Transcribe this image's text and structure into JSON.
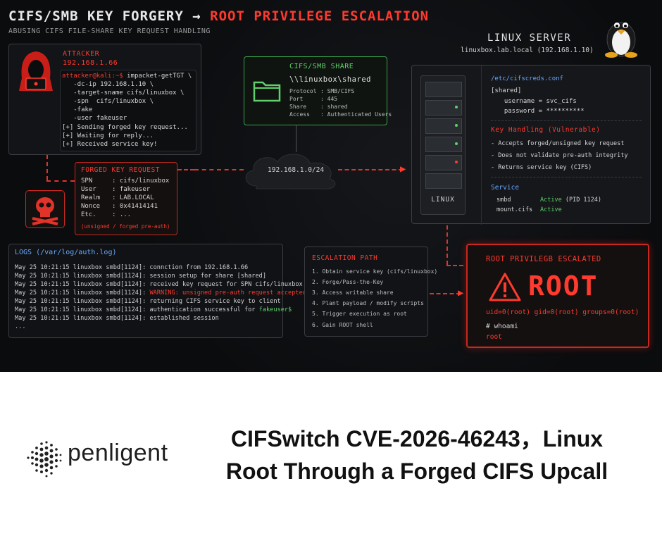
{
  "banner": {
    "title_prefix": "CIFS/SMB KEY FORGERY →",
    "title_suffix": "ROOT PRIVILEGE ESCALATION",
    "subtitle": "ABUSING CIFS FILE-SHARE KEY REQUEST HANDLING",
    "attacker": {
      "label": "ATTACKER",
      "ip": "192.168.1.66",
      "prompt": "attacker@kali:~$",
      "command": " impacket-getTGT \\",
      "args": [
        "   -dc-ip 192.168.1.10 \\",
        "   -target-sname cifs/linuxbox \\",
        "   -spn  cifs/linuxbox \\",
        "   -fake",
        "   -user fakeuser"
      ],
      "out": [
        "[+] Sending forged key request...",
        "[+] Waiting for reply..."
      ],
      "success": "[+] Received service key!"
    },
    "share": {
      "label": "CIFS/SMB SHARE",
      "path": "\\\\linuxbox\\shared",
      "rows": [
        {
          "k": "Protocol",
          "v": ": SMB/CIFS"
        },
        {
          "k": "Port",
          "v": ": 445"
        },
        {
          "k": "Share",
          "v": ": shared"
        },
        {
          "k": "Access",
          "v": ": Authenticated Users"
        }
      ]
    },
    "server": {
      "label": "LINUX SERVER",
      "host": "linuxbox.lab.local (192.168.1.10)",
      "chassis_label": "LINUX",
      "creds_file": "/etc/cifscreds.conf",
      "creds_section": "[shared]",
      "creds": [
        "  username = svc_cifs",
        "  password = **********"
      ],
      "vuln_label": "Key Handling (Vulnerable)",
      "vuln_items": [
        "- Accepts forged/unsigned key request",
        "- Does not validate pre-auth integrity",
        "- Returns service key (CIFS)"
      ],
      "service_label": "Service",
      "services": [
        {
          "name": "smbd",
          "status": "Active",
          "extra": " (PID 1124)"
        },
        {
          "name": "mount.cifs",
          "status": "Active",
          "extra": ""
        }
      ]
    },
    "network": "192.168.1.0/24",
    "forged": {
      "label": "FORGED KEY REQUEST",
      "rows": [
        {
          "k": "SPN",
          "v": ": cifs/linuxbox"
        },
        {
          "k": "User",
          "v": ": fakeuser"
        },
        {
          "k": "Realm",
          "v": ": LAB.LOCAL"
        },
        {
          "k": "Nonce",
          "v": ": 0x41414141"
        },
        {
          "k": "Etc.",
          "v": ": ..."
        }
      ],
      "note": "(unsigned / forged pre-auth)"
    },
    "logs": {
      "label": "LOGS (/var/log/auth.log)",
      "lines": [
        "May 25 10:21:15 linuxbox smbd[1124]: connction from 192.168.1.66",
        "May 25 10:21:15 linuxbox smbd[1124]: session setup for share [shared]",
        "May 25 10:21:15 linuxbox smbd[1124]: received key request for SPN cifs/linuxbox"
      ],
      "warn_prefix": "May 25 10:21:15 linuxbox smbd[1124]: ",
      "warn": "WARNING: unsigned pre-auth request accepted",
      "lines2": [
        "May 25 10:21:15 linuxbox smbd[1124]: returning CIFS service key to client"
      ],
      "auth_prefix": "May 25 10:21:15 linuxbox smbd[1124]: authentication successful for ",
      "auth_user": "fakeuser$",
      "lines3": [
        "May 25 10:21:15 linuxbox smbd[1124]: established session",
        "..."
      ]
    },
    "escalation": {
      "label": "ESCALATION PATH",
      "steps": [
        "1. Obtain service key (cifs/linuxbox)",
        "2. Forge/Pass-the-Key",
        "3. Access writable share",
        "4. Plant payload / modify scripts",
        "5. Trigger execution as root",
        "6. Gain ROOT shell"
      ]
    },
    "root": {
      "label": "ROOT PRIVILEGΒ ESCALATED",
      "big": "ROOT",
      "ids": "uid=0(root) gid=0(root) groups=0(root)",
      "cmd": "# whoami",
      "result": "root"
    }
  },
  "footer": {
    "brand": "penligent",
    "title_line1": "CIFSwitch CVE-2026-46243，Linux",
    "title_line2": "Root Through a Forged CIFS Upcall"
  },
  "colors": {
    "accent_red": "#ff3a2e",
    "accent_green": "#5fd06a",
    "accent_blue": "#6aa9ff"
  }
}
